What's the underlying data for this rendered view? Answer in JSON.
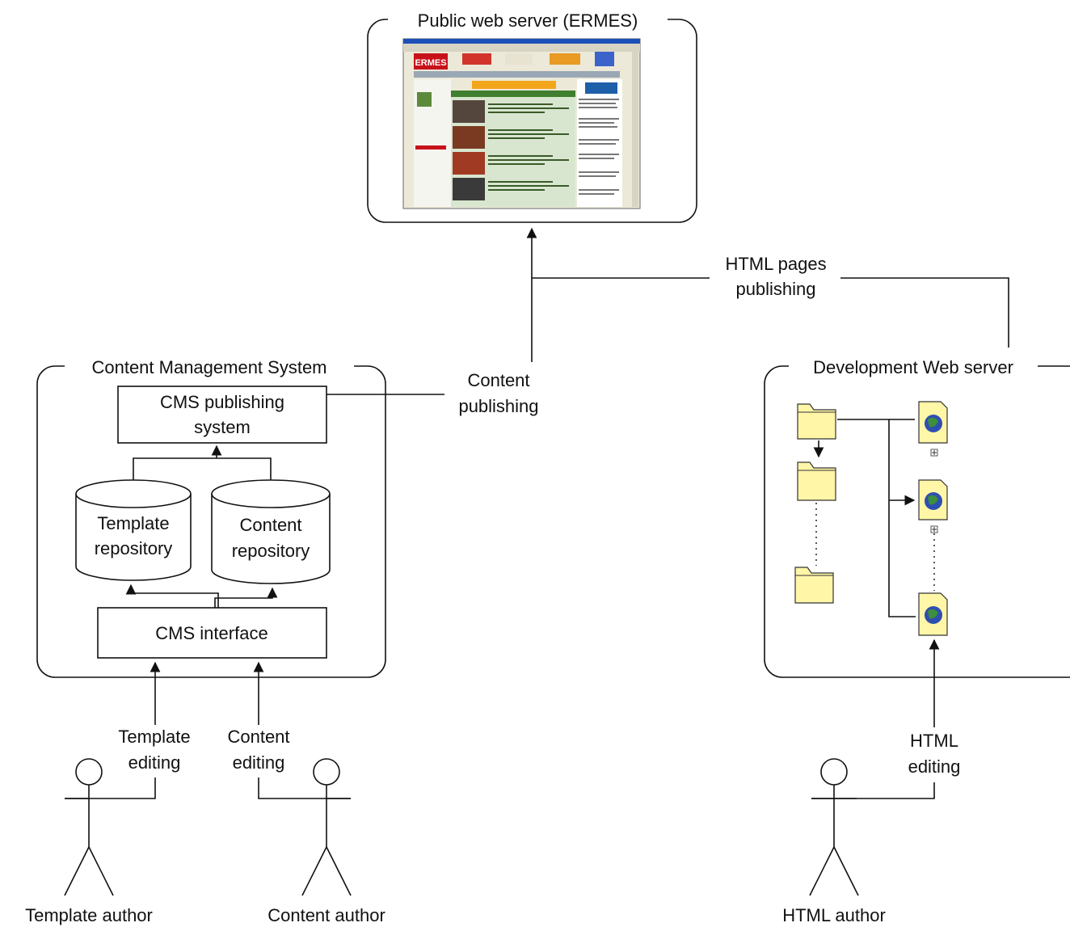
{
  "public_server": {
    "title": "Public web server (ERMES)",
    "screenshot_logo": "ERMES"
  },
  "cms": {
    "title": "Content Management System",
    "publishing_system": [
      "CMS publishing",
      "system"
    ],
    "template_repository": [
      "Template",
      "repository"
    ],
    "content_repository": [
      "Content",
      "repository"
    ],
    "interface": "CMS interface"
  },
  "dev_server": {
    "title": "Development Web server"
  },
  "flows": {
    "html_publishing": [
      "HTML pages",
      "publishing"
    ],
    "content_publishing": [
      "Content",
      "publishing"
    ],
    "template_editing": [
      "Template",
      "editing"
    ],
    "content_editing": [
      "Content",
      "editing"
    ],
    "html_editing": [
      "HTML",
      "editing"
    ]
  },
  "actors": {
    "template_author": "Template author",
    "content_author": "Content author",
    "html_author": "HTML author"
  },
  "colors": {
    "line": "#111111",
    "folder_fill": "#fff6a8",
    "screenshot_bg": "#d9e6cf"
  }
}
